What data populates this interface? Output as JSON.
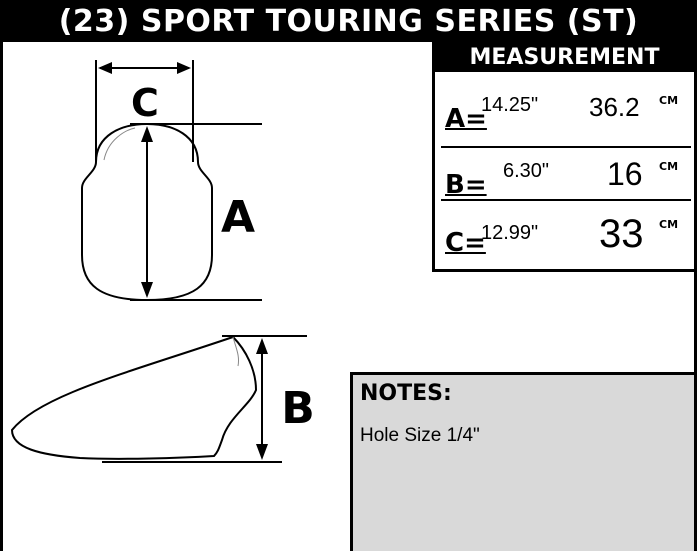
{
  "header": {
    "title": "(23) SPORT TOURING SERIES  (ST)"
  },
  "diagram": {
    "label_a": "A",
    "label_b": "B",
    "label_c": "C"
  },
  "measurement": {
    "title": "MEASUREMENT",
    "rows": [
      {
        "label": "A=",
        "inches": "14.25\"",
        "cm": "36.2",
        "unit": "CM"
      },
      {
        "label": "B=",
        "inches": "6.30\"",
        "cm": "16",
        "unit": "CM"
      },
      {
        "label": "C=",
        "inches": "12.99\"",
        "cm": "33",
        "unit": "CM"
      }
    ]
  },
  "notes": {
    "title": "NOTES:",
    "text": "Hole Size 1/4\""
  }
}
